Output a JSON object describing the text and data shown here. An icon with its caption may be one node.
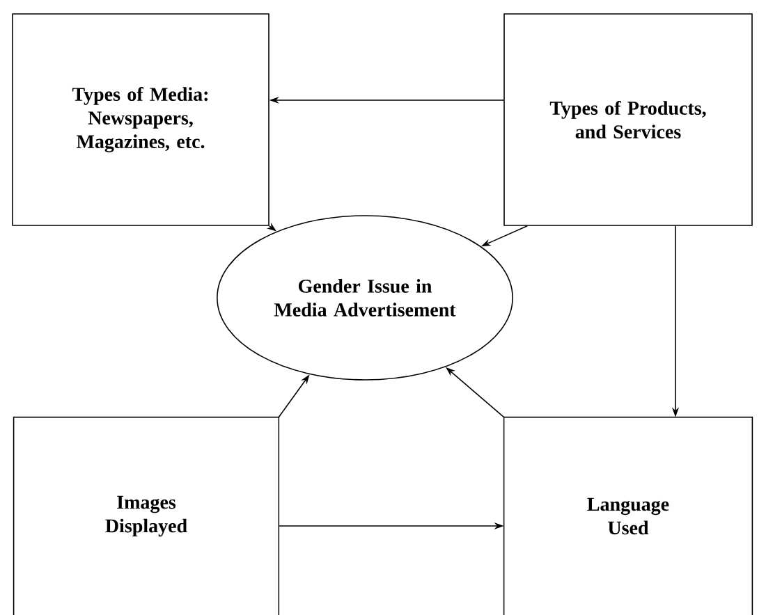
{
  "diagram": {
    "nodes": [
      {
        "text": [
          "Types of Media: Newspapers, Magazines, etc."
        ]
      },
      {
        "text": [
          "Types of Products, and Services"
        ]
      },
      {
        "text": [
          "Gender Issue in Media Advertisement"
        ]
      },
      {
        "text": [
          "Images Displayed"
        ]
      },
      {
        "text": [
          "Language Used"
        ]
      }
    ],
    "edges": [
      {
        "from": 1,
        "to": 0,
        "arrow": "to"
      },
      {
        "from": 0,
        "to": 2,
        "arrow": "to"
      },
      {
        "from": 1,
        "to": 2,
        "arrow": "to"
      },
      {
        "from": 1,
        "to": 4,
        "arrow": "to"
      },
      {
        "from": 3,
        "to": 2,
        "arrow": "to"
      },
      {
        "from": 4,
        "to": 2,
        "arrow": "to"
      },
      {
        "from": 3,
        "to": 4,
        "arrow": "to"
      }
    ]
  }
}
